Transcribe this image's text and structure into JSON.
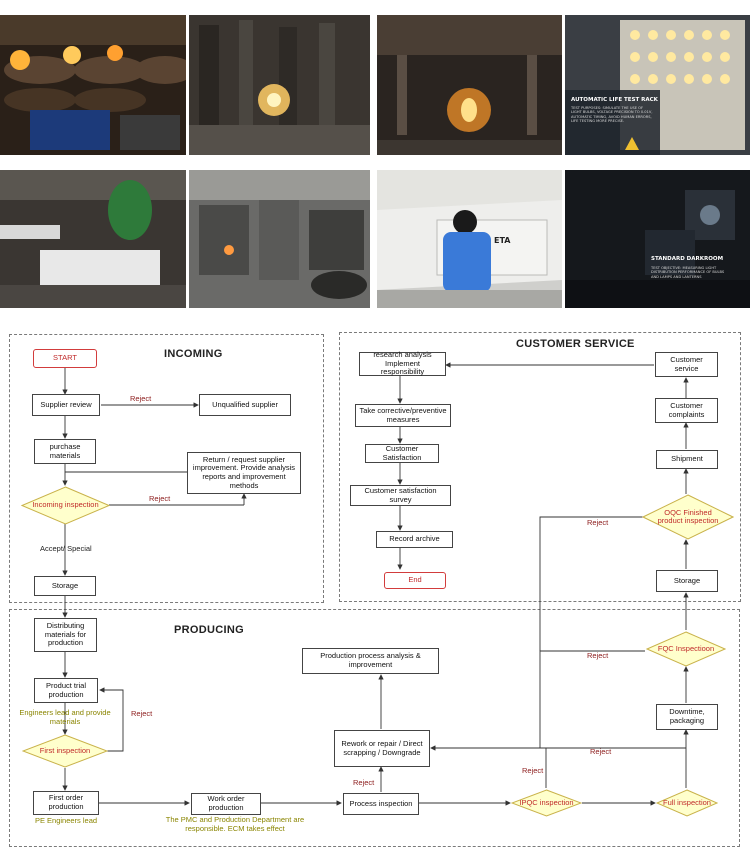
{
  "photos": {
    "rack_title": "AUTOMATIC LIFE TEST RACK",
    "rack_text": "TEST PURPOSES: SIMULATE THE USE OF LIGHT BULBS, VOLTAGE PRECISION TO 0.01V, AUTOMATIC TIMING, AVOID HUMAN ERRORS, LIFE TESTING MORE PRECISE.",
    "dark_title": "STANDARD DARKROOM",
    "dark_text": "TEST OBJECTIVE: MEASURING LIGHT DISTRIBUTION PERFORMANCE OF BULBS AND LAMPS AND LANTERNS",
    "machine_label": "ETA"
  },
  "sections": {
    "incoming": "INCOMING",
    "customer_service": "CUSTOMER SERVICE",
    "producing": "PRODUCING"
  },
  "incoming": {
    "start": "START",
    "supplier_review": "Supplier review",
    "unqualified": "Unqualified supplier",
    "purchase": "purchase materials",
    "return_request": "Return / request supplier improvement. Provide analysis reports and improvement methods",
    "incoming_inspection": "Incoming inspection",
    "accept": "Accept/ Special",
    "storage": "Storage",
    "reject1": "Reject",
    "reject2": "Reject"
  },
  "customer": {
    "research": "research analysis Implement responsibility",
    "corrective": "Take corrective/preventive measures",
    "satisfaction": "Customer Satisfaction",
    "survey": "Customer satisfaction survey",
    "archive": "Record archive",
    "end": "End",
    "cs": "Customer service",
    "complaints": "Customer complaints",
    "shipment": "Shipment",
    "oqc": "OQC Finished product inspection",
    "storage": "Storage",
    "fqc": "FQC Inspectioon",
    "downtime": "Downtime, packaging",
    "reject_oqc": "Reject",
    "reject_fqc": "Reject"
  },
  "producing": {
    "distributing": "Distributing materials for production",
    "trial": "Product trial production",
    "engineers_lead": "Engineers lead and provide materials",
    "first_inspection": "First inspection",
    "reject_first": "Reject",
    "first_order": "First order production",
    "pe_lead": "PE Engineers lead",
    "work_order": "Work order production",
    "pmc": "The PMC and Production Department are responsible. ECM takes effect",
    "process_inspection": "Process inspection",
    "ipqc": "IPQC inspection",
    "full": "Full inspection",
    "rework": "Rework or repair / Direct scrapping / Downgrade",
    "analysis": "Production process analysis & improvement",
    "reject_process": "Reject",
    "reject_ipqc": "Reject",
    "reject_full": "Reject"
  }
}
